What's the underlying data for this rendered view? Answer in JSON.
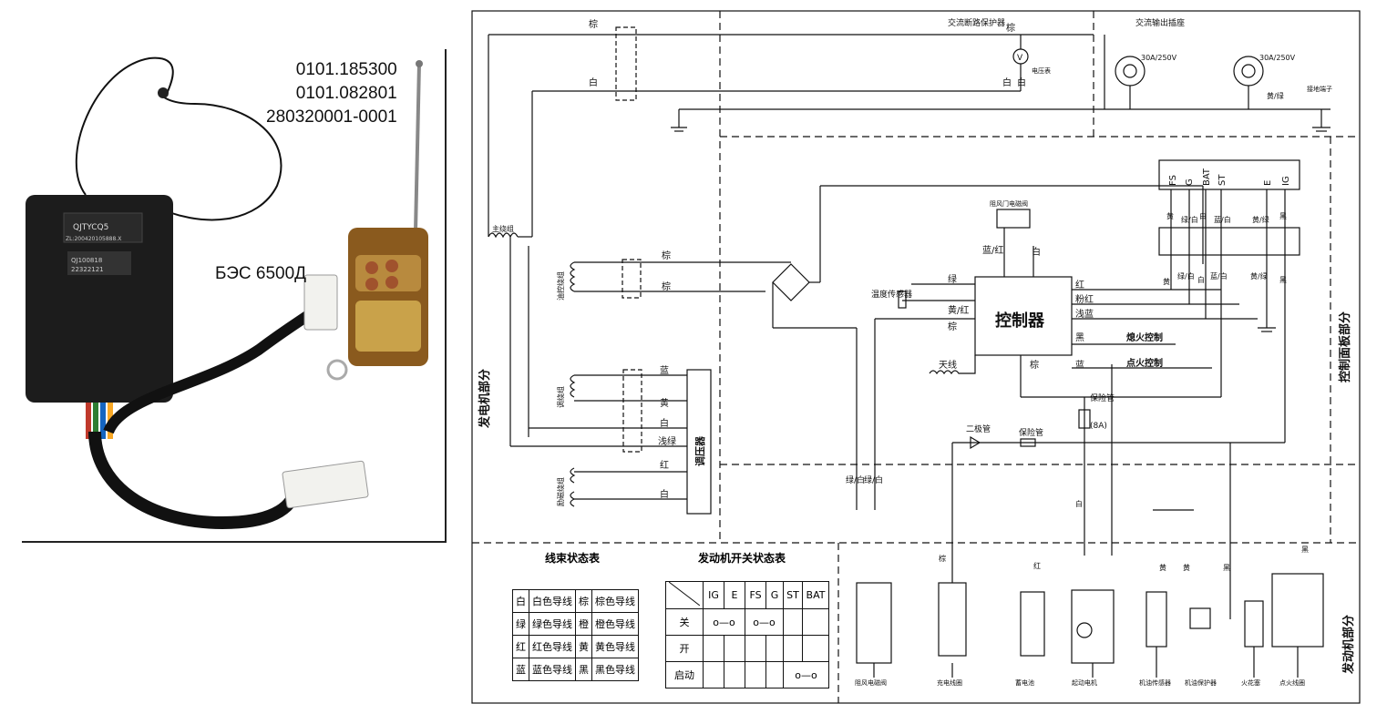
{
  "photo": {
    "part_numbers": [
      "0101.185300",
      "0101.082801",
      "280320001-0001"
    ],
    "model_label": "БЭС 6500Д",
    "device_brand": "QJTYCQ5",
    "device_line2": "ZL:200420105888.X",
    "device_label1": "QJ100818",
    "device_label2": "22322121"
  },
  "diagram": {
    "top": {
      "brown": "棕",
      "white": "白",
      "breaker_label": "交流断路保护器",
      "outlet_label": "交流输出插座",
      "voltmeter_label": "电压表",
      "v_symbol": "V",
      "outlet_rating_1": "30A/250V",
      "outlet_rating_2": "30A/250V",
      "yellow_green": "黄/绿",
      "ground_terminal": "接地端子",
      "brown2": "棕",
      "white2": "白",
      "white3": "白"
    },
    "generator": {
      "section": "发电机部分",
      "main_winding": "主绕组",
      "control_winding": "油控绕组",
      "brown_a": "棕",
      "brown_b": "棕",
      "excitation_winding": "调绕组",
      "field_winding": "励磁绕组",
      "blue": "蓝",
      "yellow": "黄",
      "white": "白",
      "light_green": "浅绿",
      "red": "红",
      "white_b": "白",
      "regulator": "调压器"
    },
    "control": {
      "solenoid": "阻风门电磁阀",
      "blue_red": "蓝/红",
      "white": "白",
      "green": "绿",
      "temp_sensor": "温度传感器",
      "yellow_red": "黄/红",
      "brown": "棕",
      "controller": "控制器",
      "antenna": "天线",
      "red": "红",
      "pink_red": "粉红",
      "light_blue": "浅蓝",
      "black": "黑",
      "stop_control": "熄火控制",
      "brown_b": "棕",
      "blue_b": "蓝",
      "ignition_control": "点火控制",
      "panel_section": "控制面板部分",
      "terminals": [
        "FS",
        "G",
        "BAT",
        "ST",
        "E",
        "IG"
      ],
      "wire_labels": [
        "黄",
        "绿/白",
        "白",
        "蓝/白",
        "黄/绿",
        "黑"
      ],
      "wire_labels_low": [
        "黄",
        "绿/白",
        "白",
        "蓝/白",
        "黄/绿",
        "黑"
      ]
    },
    "engine": {
      "section": "发动机部分",
      "diode": "二极管",
      "fuse": "保险管",
      "fuse2": "保险管",
      "fuse2_rating": "(8A)",
      "green_white_1": "绿/白",
      "green_white_2": "绿/白",
      "brown": "棕",
      "white": "白",
      "red": "红",
      "yellow": "黄",
      "yellow2": "黄",
      "black": "黑",
      "black2": "黑",
      "components": [
        "阻风电磁阀",
        "充电线圈",
        "蓄电池",
        "起动电机",
        "机油传感器",
        "机油保护器",
        "火花塞",
        "点火线圈"
      ]
    }
  },
  "harness_table": {
    "title": "线束状态表",
    "rows": [
      [
        "白",
        "白色导线",
        "棕",
        "棕色导线"
      ],
      [
        "绿",
        "绿色导线",
        "橙",
        "橙色导线"
      ],
      [
        "红",
        "红色导线",
        "黄",
        "黄色导线"
      ],
      [
        "蓝",
        "蓝色导线",
        "黑",
        "黑色导线"
      ]
    ]
  },
  "switch_table": {
    "title": "发动机开关状态表",
    "columns": [
      "IG",
      "E",
      "FS",
      "G",
      "ST",
      "BAT"
    ],
    "rows": [
      "关",
      "开",
      "启动"
    ]
  }
}
